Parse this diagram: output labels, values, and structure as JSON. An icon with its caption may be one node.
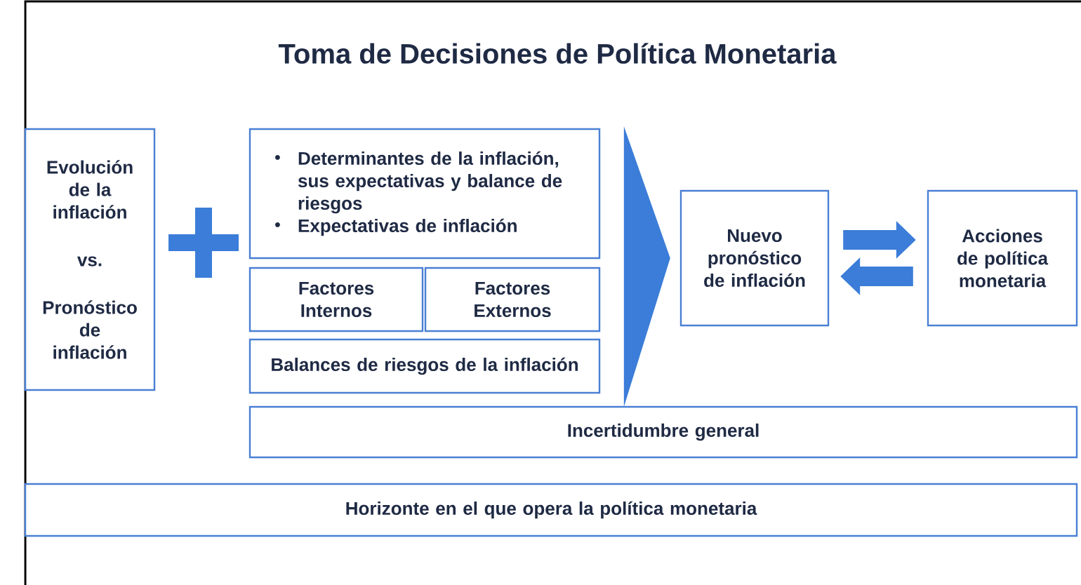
{
  "diagram": {
    "title": "Toma de Decisiones de Política Monetaria",
    "nodes": [
      {
        "text": [
          "Evolución de la inflación",
          "vs.",
          "Pronóstico de inflación"
        ]
      },
      {
        "text": [
          "Determinantes de la inflación, sus expectativas y balance de riesgos",
          "Expectativas de inflación"
        ]
      },
      {
        "text": [
          "Factores Internos"
        ]
      },
      {
        "text": [
          "Factores Externos"
        ]
      },
      {
        "text": [
          "Balances de riesgos de la inflación"
        ]
      },
      {
        "text": [
          "Nuevo pronóstico de inflación"
        ]
      },
      {
        "text": [
          "Acciones de política monetaria"
        ]
      },
      {
        "text": [
          "Incertidumbre general"
        ]
      },
      {
        "text": [
          "Horizonte en el que opera la política monetaria"
        ]
      }
    ],
    "edges": [
      {
        "from": null,
        "to": 5,
        "arrow": "to"
      },
      {
        "from": 5,
        "to": 6,
        "arrow": "to"
      },
      {
        "from": 6,
        "to": 5,
        "arrow": "to"
      }
    ]
  }
}
